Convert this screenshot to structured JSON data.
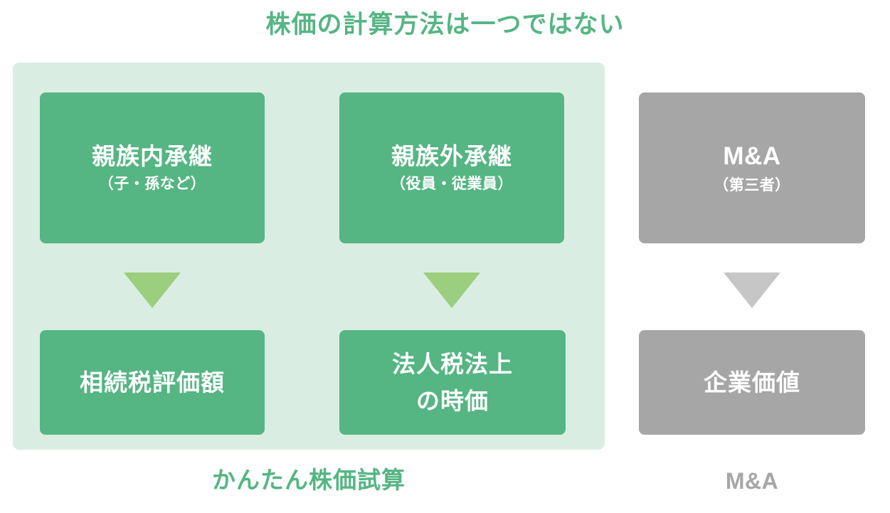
{
  "title": "株価の計算方法は一つではない",
  "colors": {
    "green": "#55B583",
    "green_panel": "#DAEDE2",
    "arrow_green": "#9BCE7E",
    "gray": "#A6A6A6",
    "arrow_gray": "#C6C6C6",
    "box_text": "#FFFFFF",
    "background": "#FFFFFF"
  },
  "columns": [
    {
      "id": "shinzoku-nai",
      "group": "kantan",
      "top_box": {
        "title": "親族内承継",
        "subtitle": "（子・孫など）"
      },
      "arrow": "down-triangle-green",
      "bottom_box": {
        "line1": "相続税評価額",
        "line2": ""
      }
    },
    {
      "id": "shinzoku-gai",
      "group": "kantan",
      "top_box": {
        "title": "親族外承継",
        "subtitle": "（役員・従業員）"
      },
      "arrow": "down-triangle-green",
      "bottom_box": {
        "line1": "法人税法上",
        "line2": "の時価"
      }
    },
    {
      "id": "ma",
      "group": "ma",
      "top_box": {
        "title": "M&A",
        "subtitle": "（第三者）"
      },
      "arrow": "down-triangle-gray",
      "bottom_box": {
        "line1": "企業価値",
        "line2": ""
      }
    }
  ],
  "captions": {
    "left": "かんたん株価試算",
    "right": "M&A"
  }
}
